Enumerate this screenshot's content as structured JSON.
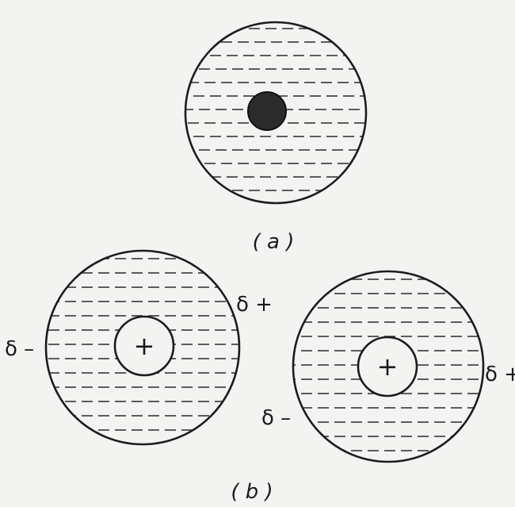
{
  "figure": {
    "label_a": "( a )",
    "label_b": "( b )"
  },
  "atom_left": {
    "nucleus_symbol": "+",
    "charge_left": "δ –",
    "charge_right": "δ +"
  },
  "atom_right": {
    "nucleus_symbol": "+",
    "charge_left": "δ –",
    "charge_right": "δ +"
  },
  "colors": {
    "ink": "#1c1c1c",
    "nucleus_fill": "#2b2b2b",
    "paper": "#f3f3f1"
  }
}
